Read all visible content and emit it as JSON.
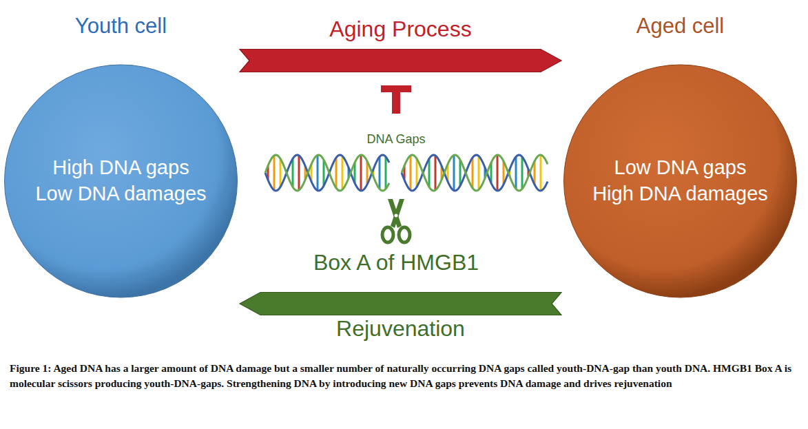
{
  "diagram": {
    "caption": "Figure 1: Aged DNA has a larger amount of DNA damage but a smaller number of naturally occurring DNA gaps called youth-DNA-gap than youth DNA. HMGB1 Box A is molecular scissors producing youth-DNA-gaps. Strengthening DNA by introducing new DNA gaps prevents DNA damage and drives rejuvenation",
    "nodes": [
      {
        "text": [
          "Youth cell",
          "High DNA gaps Low DNA damages"
        ]
      },
      {
        "text": [
          "Aged cell",
          "Low DNA gaps High DNA damages"
        ]
      }
    ],
    "edges": [
      {
        "from": 0,
        "to": 1,
        "arrow": "to",
        "label": "Aging Process"
      },
      {
        "from": 1,
        "to": 0,
        "arrow": "to",
        "label": "Rejuvenation"
      }
    ],
    "labels": [
      "DNA Gaps",
      "Box A of HMGB1"
    ]
  }
}
